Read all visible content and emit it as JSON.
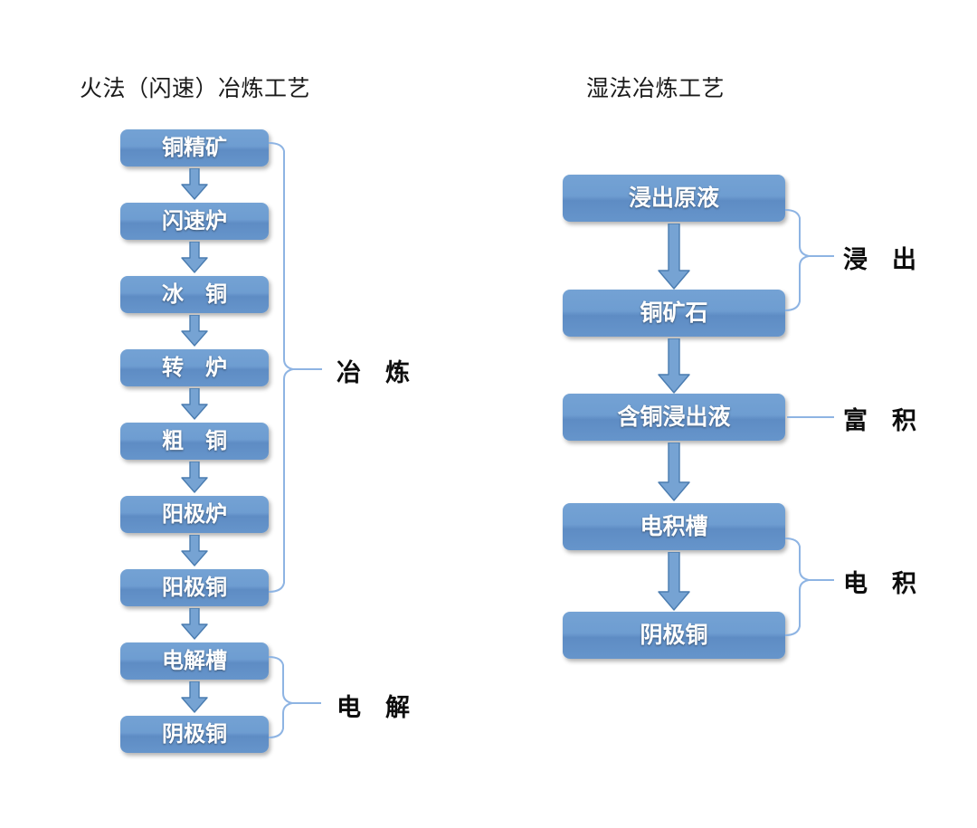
{
  "page": {
    "background": "#ffffff",
    "box_fill_top": "#74a2d4",
    "box_fill_bottom": "#6695cb",
    "arrow_fill": "#76a3d3",
    "arrow_stroke": "#4a7cb0",
    "bracket_color": "#8eb4e3",
    "label_color": "#0d0d0d"
  },
  "left_flow": {
    "title": "火法（闪速）冶炼工艺",
    "nodes": [
      {
        "label": "铜精矿"
      },
      {
        "label": "闪速炉"
      },
      {
        "label": "冰　铜"
      },
      {
        "label": "转　炉"
      },
      {
        "label": "粗　铜"
      },
      {
        "label": "阳极炉"
      },
      {
        "label": "阳极铜"
      },
      {
        "label": "电解槽"
      },
      {
        "label": "阴极铜"
      }
    ],
    "groups": [
      {
        "label": "冶　炼",
        "from": 0,
        "to": 6
      },
      {
        "label": "电　解",
        "from": 7,
        "to": 8
      }
    ]
  },
  "right_flow": {
    "title": "湿法冶炼工艺",
    "nodes": [
      {
        "label": "浸出原液"
      },
      {
        "label": "铜矿石"
      },
      {
        "label": "含铜浸出液"
      },
      {
        "label": "电积槽"
      },
      {
        "label": "阴极铜"
      }
    ],
    "groups": [
      {
        "label": "浸　出",
        "from": 0,
        "to": 1,
        "style": "bracket"
      },
      {
        "label": "富　积",
        "from": 2,
        "to": 2,
        "style": "line"
      },
      {
        "label": "电　积",
        "from": 3,
        "to": 4,
        "style": "bracket"
      }
    ]
  }
}
